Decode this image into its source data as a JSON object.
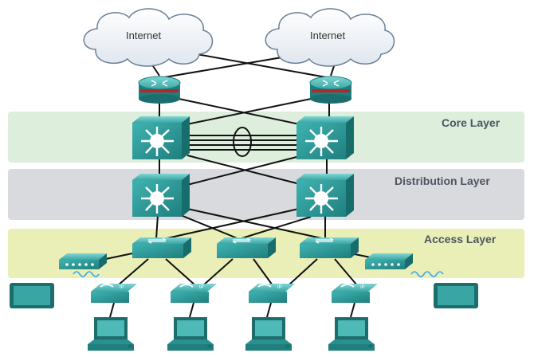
{
  "clouds": [
    {
      "label": "Internet"
    },
    {
      "label": "Internet"
    }
  ],
  "layers": {
    "core": {
      "label": "Core Layer",
      "color": "#deeedd"
    },
    "distribution": {
      "label": "Distribution Layer",
      "color": "#d9dade"
    },
    "access": {
      "label": "Access Layer",
      "color": "#eaefb8"
    }
  },
  "colors": {
    "device_teal": "#2a8f8f",
    "device_light": "#5cc3c2",
    "link": "#111111",
    "router_red": "#b02a2a"
  },
  "icons": {
    "router": "router-icon",
    "multilayer_switch": "multilayer-switch-icon",
    "access_switch": "access-switch-icon",
    "wireless_ap": "wireless-access-point-icon",
    "ip_phone": "ip-phone-icon",
    "pc": "pc-icon",
    "tablet": "tablet-icon",
    "etherchannel": "etherchannel-icon",
    "cloud": "cloud-icon"
  },
  "phone_label": "IP"
}
